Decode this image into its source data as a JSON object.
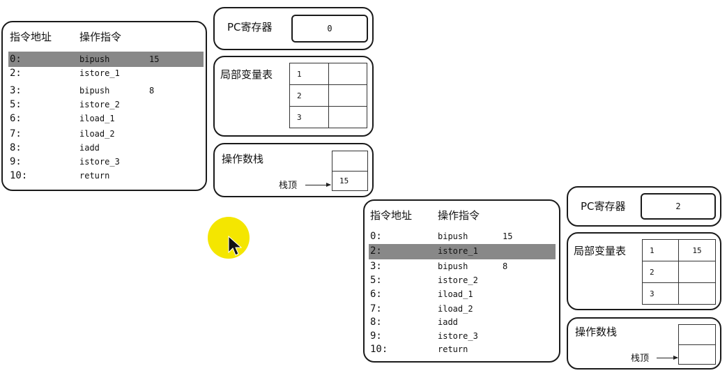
{
  "states": [
    {
      "program": {
        "header_address": "指令地址",
        "header_instruction": "操作指令",
        "highlight_index": 0,
        "rows": [
          {
            "addr": "0:",
            "op": "bipush",
            "arg": "15"
          },
          {
            "addr": "2:",
            "op": "istore_1",
            "arg": ""
          },
          {
            "addr": "3:",
            "op": "bipush",
            "arg": "8"
          },
          {
            "addr": "5:",
            "op": "istore_2",
            "arg": ""
          },
          {
            "addr": "6:",
            "op": "iload_1",
            "arg": ""
          },
          {
            "addr": "7:",
            "op": "iload_2",
            "arg": ""
          },
          {
            "addr": "8:",
            "op": "iadd",
            "arg": ""
          },
          {
            "addr": "9:",
            "op": "istore_3",
            "arg": ""
          },
          {
            "addr": "10:",
            "op": "return",
            "arg": ""
          }
        ]
      },
      "pc": {
        "label": "PC寄存器",
        "value": "0"
      },
      "locals": {
        "label": "局部变量表",
        "slots": [
          {
            "index": "1",
            "value": ""
          },
          {
            "index": "2",
            "value": ""
          },
          {
            "index": "3",
            "value": ""
          }
        ]
      },
      "stack": {
        "label": "操作数栈",
        "top_label": "栈顶",
        "cells": [
          "",
          "15"
        ]
      }
    },
    {
      "program": {
        "header_address": "指令地址",
        "header_instruction": "操作指令",
        "highlight_index": 1,
        "rows": [
          {
            "addr": "0:",
            "op": "bipush",
            "arg": "15"
          },
          {
            "addr": "2:",
            "op": "istore_1",
            "arg": ""
          },
          {
            "addr": "3:",
            "op": "bipush",
            "arg": "8"
          },
          {
            "addr": "5:",
            "op": "istore_2",
            "arg": ""
          },
          {
            "addr": "6:",
            "op": "iload_1",
            "arg": ""
          },
          {
            "addr": "7:",
            "op": "iload_2",
            "arg": ""
          },
          {
            "addr": "8:",
            "op": "iadd",
            "arg": ""
          },
          {
            "addr": "9:",
            "op": "istore_3",
            "arg": ""
          },
          {
            "addr": "10:",
            "op": "return",
            "arg": ""
          }
        ]
      },
      "pc": {
        "label": "PC寄存器",
        "value": "2"
      },
      "locals": {
        "label": "局部变量表",
        "slots": [
          {
            "index": "1",
            "value": "15"
          },
          {
            "index": "2",
            "value": ""
          },
          {
            "index": "3",
            "value": ""
          }
        ]
      },
      "stack": {
        "label": "操作数栈",
        "top_label": "栈顶",
        "cells": [
          "",
          ""
        ]
      }
    }
  ],
  "pointer": {
    "icon": "cursor-arrow-icon",
    "highlight_color": "#f4e600"
  },
  "colors": {
    "highlight_row": "#888888",
    "border": "#1a1a1a"
  }
}
